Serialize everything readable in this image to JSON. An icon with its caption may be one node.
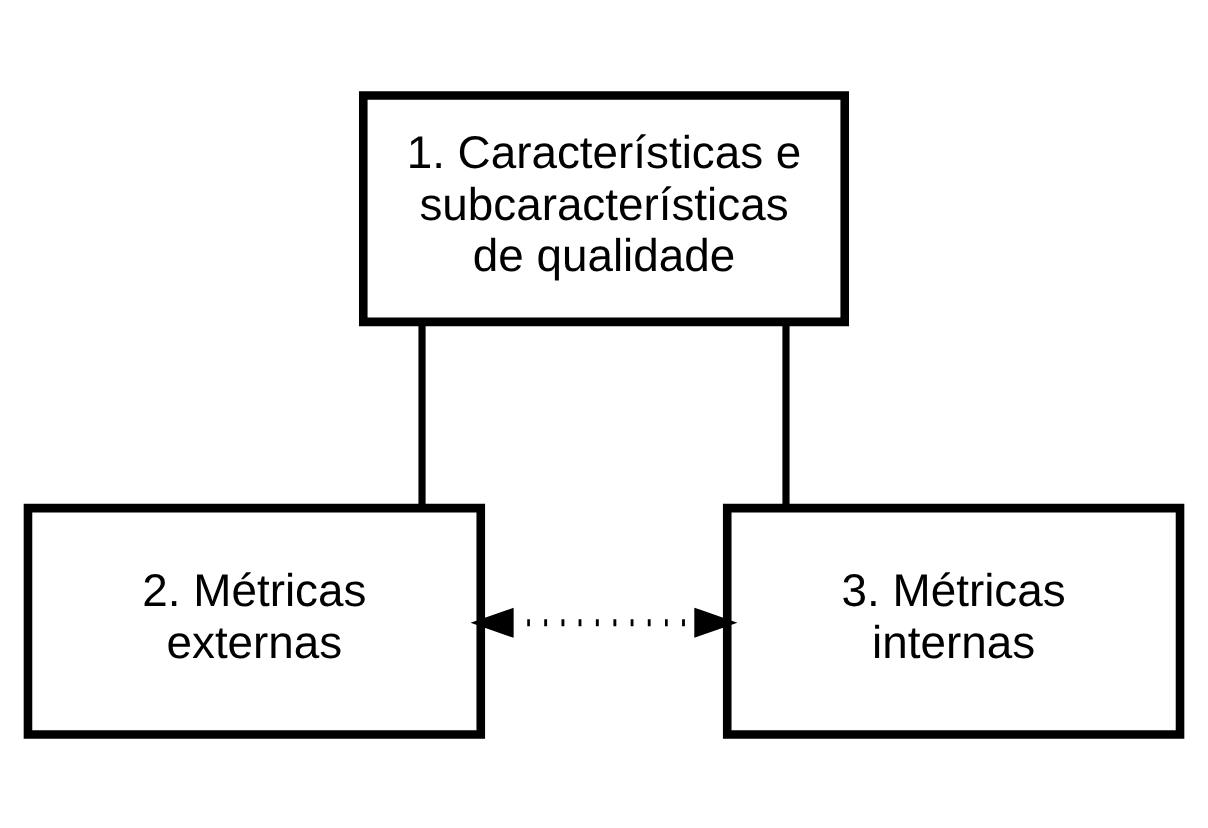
{
  "diagram": {
    "nodes": [
      {
        "text": [
          "1. Características e subcaracterísticas de qualidade"
        ]
      },
      {
        "text": [
          "2. Métricas externas"
        ]
      },
      {
        "text": [
          "3. Métricas internas"
        ]
      }
    ],
    "edges": [
      {
        "from": 0,
        "to": 1,
        "arrow": "none"
      },
      {
        "from": 0,
        "to": 2,
        "arrow": "none"
      },
      {
        "from": 1,
        "to": 2,
        "arrow": "both",
        "style": "dashed"
      }
    ]
  }
}
